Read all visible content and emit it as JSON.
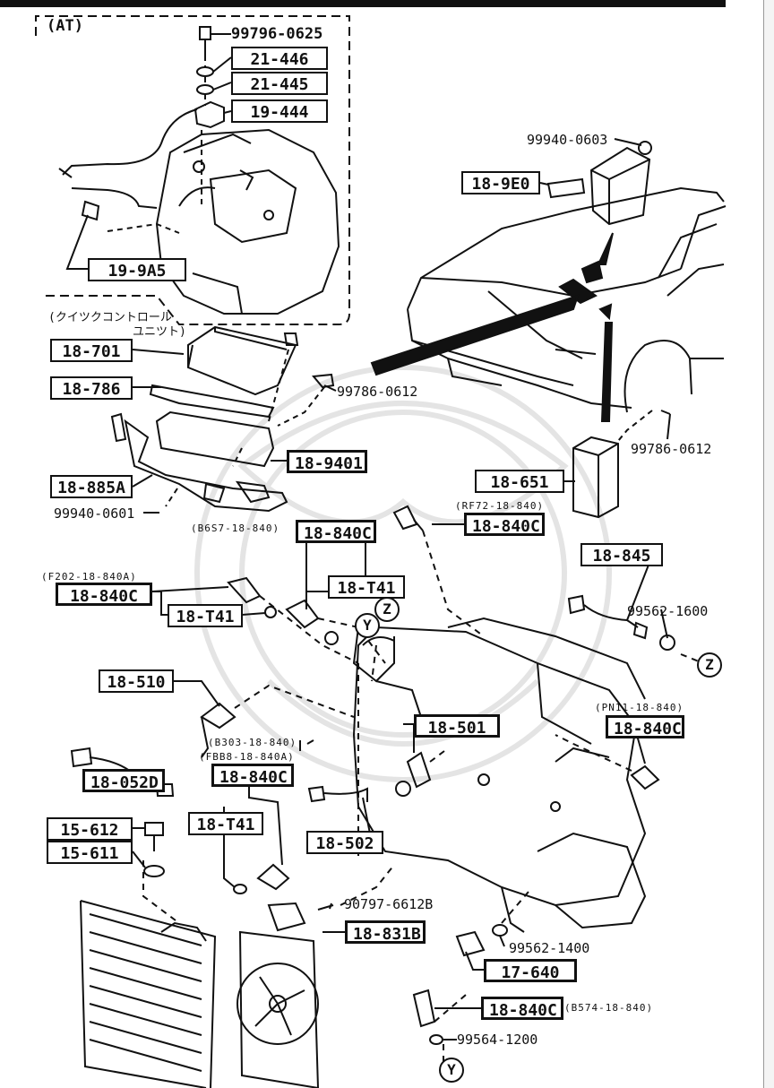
{
  "section_labels": {
    "at": "(AT)",
    "quick_control_line1": "(クイツクコントロール",
    "quick_control_line2": "ユニツト)"
  },
  "boxed_parts": {
    "p21_446": "21-446",
    "p21_445": "21-445",
    "p19_444": "19-444",
    "p19_9a5": "19-9A5",
    "p18_9e0": "18-9E0",
    "p18_701": "18-701",
    "p18_786": "18-786",
    "p18_9401": "18-9401",
    "p18_885a": "18-885A",
    "p18_651": "18-651",
    "p18_840c_b6s7": "18-840C",
    "p18_840c_rf72": "18-840C",
    "p18_t41_a": "18-T41",
    "p18_840c_f202": "18-840C",
    "p18_t41_b": "18-T41",
    "p18_845": "18-845",
    "p18_510": "18-510",
    "p18_501": "18-501",
    "p18_840c_pn11": "18-840C",
    "p18_052d": "18-052D",
    "p18_840c_b303": "18-840C",
    "p18_t41_c": "18-T41",
    "p15_612": "15-612",
    "p15_611": "15-611",
    "p18_502": "18-502",
    "p18_831b": "18-831B",
    "p17_640": "17-640",
    "p18_840c_b574": "18-840C"
  },
  "plain_parts": {
    "p99796_0625": "99796-0625",
    "p99940_0603": "99940-0603",
    "p99786_0612_a": "99786-0612",
    "p99786_0612_b": "99786-0612",
    "p99940_0601": "99940-0601",
    "p99562_1600": "99562-1600",
    "p90797_6612b": "90797-6612B",
    "p99562_1400": "99562-1400",
    "p99564_1200": "99564-1200"
  },
  "notes": {
    "b6s7": "(B6S7-18-840)",
    "rf72": "(RF72-18-840)",
    "f202": "(F202-18-840A)",
    "pn11": "(PN11-18-840)",
    "b303": "(B303-18-840)",
    "fbb8": "(FBB8-18-840A)",
    "b574": "(B574-18-840)"
  },
  "callouts": {
    "y": "Y",
    "z": "Z"
  },
  "colors": {
    "ink": "#111111",
    "paper": "#ffffff",
    "watermark": "#e6e6e6"
  }
}
